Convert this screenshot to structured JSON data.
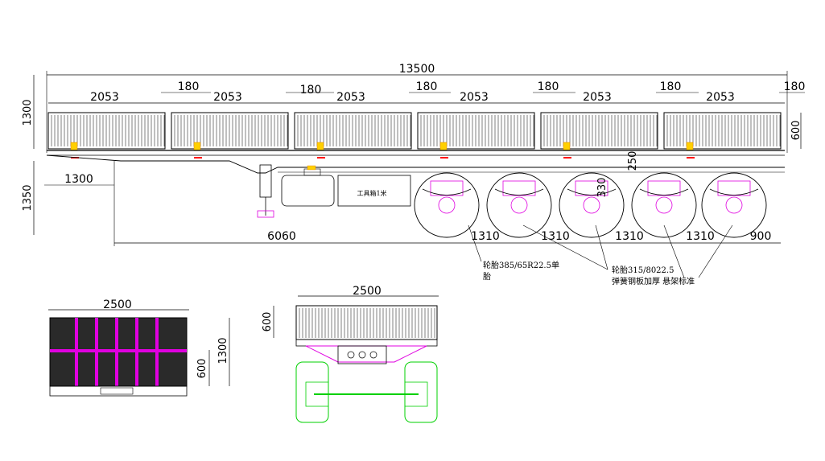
{
  "colors": {
    "line": "#000000",
    "accent_pink": "#e000e0",
    "accent_green": "#00d000",
    "accent_red": "#ff0000",
    "accent_yellow": "#ffd000",
    "dim_cyan": "#00a0c0"
  },
  "side_view": {
    "overall_length": "13500",
    "panel_length": "2053",
    "gap": "180",
    "height_total": "1300",
    "panel_height": "600",
    "kingpin_offset": "1300",
    "deck_height": "1350",
    "axle_front_dist": "6060",
    "axle_spacing_1": "1310",
    "axle_spacing_2": "1310",
    "axle_spacing_3": "1310",
    "axle_spacing_4": "1310",
    "rear_overhang": "900",
    "axle_lift_1": "250",
    "axle_lift_2": "330",
    "toolbox_label": "工具箱1米",
    "tire_note_1_line1": "轮胎385/65R22.5单",
    "tire_note_1_line2": "胎",
    "tire_note_2_line1": "轮胎315/8022.5",
    "tire_note_2_line2": "弹簧钢板加厚 悬架标准"
  },
  "rear_view": {
    "width": "2500",
    "panel_height": "600",
    "total_height": "1300"
  },
  "front_view": {
    "width": "2500",
    "panel_height": "600"
  }
}
